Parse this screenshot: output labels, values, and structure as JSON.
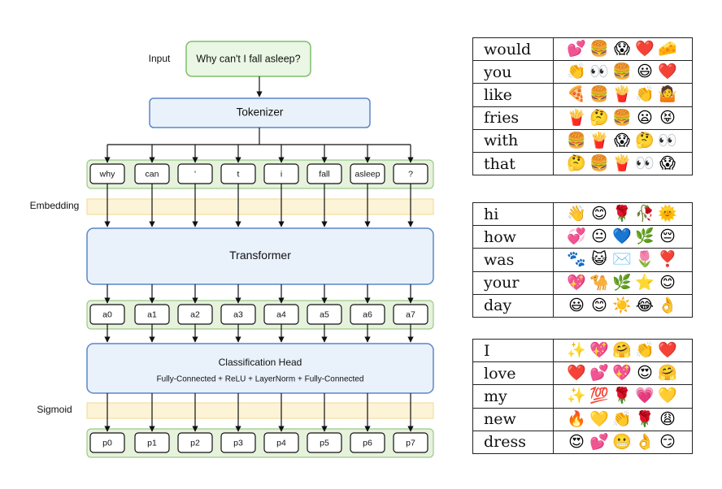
{
  "diagram": {
    "input_label": "Input",
    "input_text": "Why can't I fall asleep?",
    "tokenizer": "Tokenizer",
    "tokens": [
      "why",
      "can",
      "'",
      "t",
      "i",
      "fall",
      "asleep",
      "?"
    ],
    "embedding_label": "Embedding",
    "transformer": "Transformer",
    "activations": [
      "a0",
      "a1",
      "a2",
      "a3",
      "a4",
      "a5",
      "a6",
      "a7"
    ],
    "head_title": "Classification Head",
    "head_subtitle": "Fully-Connected + ReLU + LayerNorm + Fully-Connected",
    "sigmoid_label": "Sigmoid",
    "outputs": [
      "p0",
      "p1",
      "p2",
      "p3",
      "p4",
      "p5",
      "p6",
      "p7"
    ],
    "colors": {
      "input_fill": "#eaf7e4",
      "input_stroke": "#7fbf6a",
      "blue_fill": "#e9f1fb",
      "blue_stroke": "#5b86c7",
      "green_band_fill": "#e6f2dc",
      "green_band_stroke": "#9cc98a",
      "yellow_band_fill": "#fdf3d6",
      "yellow_band_stroke": "#f2d98d"
    }
  },
  "tables": [
    {
      "rows": [
        {
          "word": "would",
          "emojis": [
            "💕",
            "🍔",
            "😱",
            "❤️",
            "🧀"
          ]
        },
        {
          "word": "you",
          "emojis": [
            "👏",
            "👀",
            "🍔",
            "😃",
            "❤️"
          ]
        },
        {
          "word": "like",
          "emojis": [
            "🍕",
            "🍔",
            "🍟",
            "👏",
            "🤷"
          ]
        },
        {
          "word": "fries",
          "emojis": [
            "🍟",
            "🤔",
            "🍔",
            "😦",
            "😝"
          ]
        },
        {
          "word": "with",
          "emojis": [
            "🍔",
            "🍟",
            "😱",
            "🤔",
            "👀"
          ]
        },
        {
          "word": "that",
          "emojis": [
            "🤔",
            "🍔",
            "🍟",
            "👀",
            "😱"
          ]
        }
      ]
    },
    {
      "rows": [
        {
          "word": "hi",
          "emojis": [
            "👋",
            "😊",
            "🌹",
            "🥀",
            "🌞"
          ]
        },
        {
          "word": "how",
          "emojis": [
            "💞",
            "😐",
            "💙",
            "🌿",
            "😔"
          ]
        },
        {
          "word": "was",
          "emojis": [
            "🐾",
            "😺",
            "✉️",
            "🌷",
            "❣️"
          ]
        },
        {
          "word": "your",
          "emojis": [
            "💖",
            "🐪",
            "🌿",
            "⭐",
            "😊"
          ]
        },
        {
          "word": "day",
          "emojis": [
            "😃",
            "😊",
            "☀️",
            "😂",
            "👌"
          ]
        }
      ]
    },
    {
      "rows": [
        {
          "word": "I",
          "emojis": [
            "✨",
            "💖",
            "🤗",
            "👏",
            "❤️"
          ]
        },
        {
          "word": "love",
          "emojis": [
            "❤️",
            "💕",
            "💖",
            "😍",
            "🤗"
          ]
        },
        {
          "word": "my",
          "emojis": [
            "✨",
            "💯",
            "🌹",
            "💗",
            "💛"
          ]
        },
        {
          "word": "new",
          "emojis": [
            "🔥",
            "💛",
            "👏",
            "🌹",
            "😩"
          ]
        },
        {
          "word": "dress",
          "emojis": [
            "😍",
            "💕",
            "😬",
            "👌",
            "😏"
          ]
        }
      ]
    }
  ]
}
